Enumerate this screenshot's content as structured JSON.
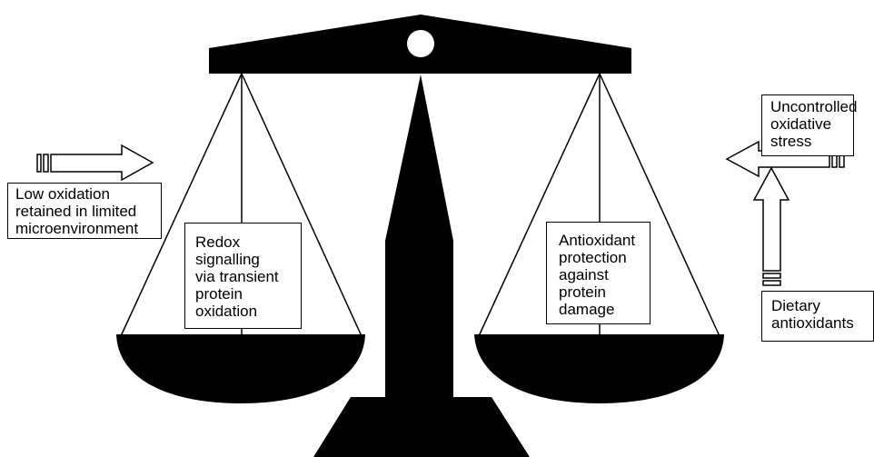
{
  "labels": {
    "low_oxidation": [
      "Low oxidation",
      "retained in limited",
      "microenvironment"
    ],
    "redox_signalling": [
      "Redox",
      "signalling",
      "via transient",
      "protein",
      "oxidation"
    ],
    "antioxidant_protection": [
      "Antioxidant",
      "protection",
      "against",
      "protein",
      "damage"
    ],
    "uncontrolled_stress": [
      "Uncontrolled",
      "oxidative",
      "stress"
    ],
    "dietary_antioxidants": [
      "Dietary",
      "antioxidants"
    ]
  },
  "colors": {
    "ink": "#000000",
    "paper": "#ffffff"
  }
}
